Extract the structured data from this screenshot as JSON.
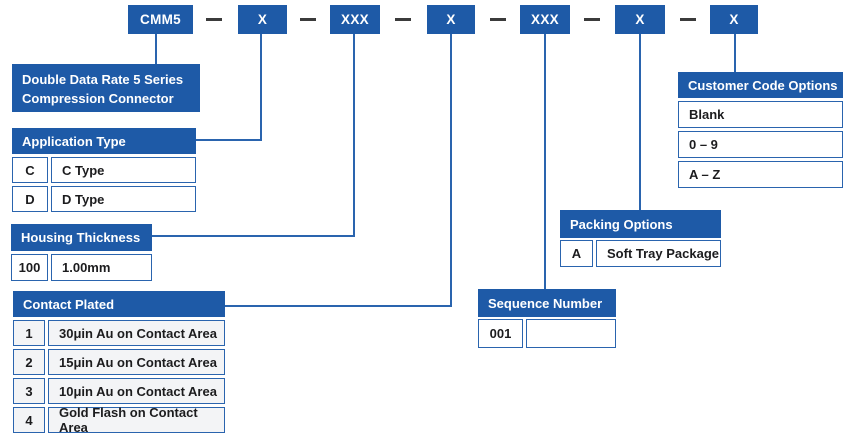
{
  "colors": {
    "accent_blue": "#1e5aa7",
    "border_blue": "#2a64ae",
    "dash_gray": "#3b3b3b",
    "text_dark": "#1c1c1e",
    "contact_row_bg": "#f3f4f6"
  },
  "part_code": {
    "separator_symbol": "—",
    "boxes": [
      {
        "label": "CMM5"
      },
      {
        "label": "X"
      },
      {
        "label": "XXX"
      },
      {
        "label": "X"
      },
      {
        "label": "XXX"
      },
      {
        "label": "X"
      },
      {
        "label": "X"
      }
    ]
  },
  "series_box": {
    "line1": "Double Data Rate 5 Series",
    "line2": "Compression Connector"
  },
  "application_type": {
    "title": "Application Type",
    "rows": [
      {
        "code": "C",
        "desc": "C Type"
      },
      {
        "code": "D",
        "desc": "D Type"
      }
    ]
  },
  "housing_thickness": {
    "title": "Housing Thickness",
    "rows": [
      {
        "code": "100",
        "desc": "1.00mm"
      }
    ]
  },
  "contact_plated": {
    "title": "Contact Plated",
    "rows": [
      {
        "code": "1",
        "desc": "30μin Au on Contact Area"
      },
      {
        "code": "2",
        "desc": "15μin Au on Contact Area"
      },
      {
        "code": "3",
        "desc": "10μin Au on Contact Area"
      },
      {
        "code": "4",
        "desc": "Gold Flash on Contact Area"
      }
    ]
  },
  "sequence_number": {
    "title": "Sequence Number",
    "rows": [
      {
        "code": "001",
        "desc": ""
      }
    ]
  },
  "packing_options": {
    "title": "Packing Options",
    "rows": [
      {
        "code": "A",
        "desc": "Soft Tray Package"
      }
    ]
  },
  "customer_code_options": {
    "title": "Customer Code Options",
    "rows": [
      "Blank",
      "0 – 9",
      "A – Z"
    ]
  }
}
